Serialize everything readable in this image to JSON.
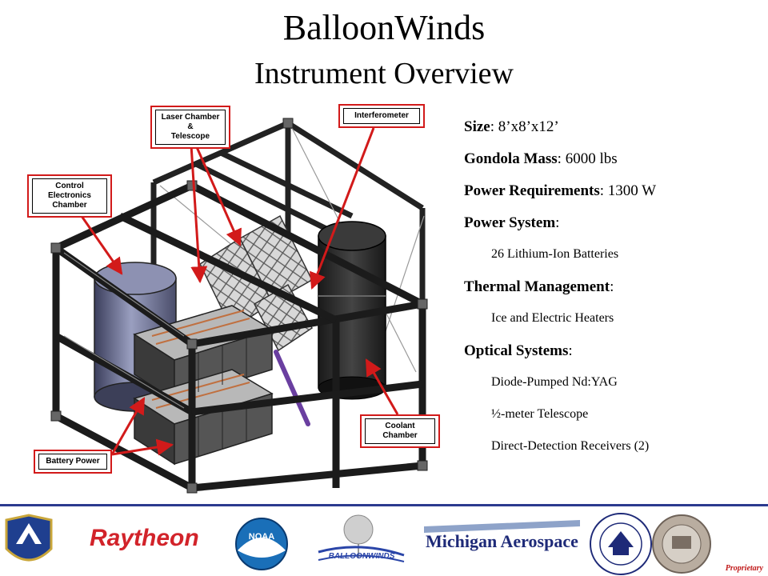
{
  "header": {
    "title": "BalloonWinds",
    "subtitle": "Instrument Overview"
  },
  "callouts": {
    "laser_chamber": "Laser Chamber &\nTelescope",
    "interferometer": "Interferometer",
    "control_electronics": "Control Electronics\nChamber",
    "coolant_chamber": "Coolant Chamber",
    "battery_power": "Battery Power"
  },
  "specs": {
    "size_label": "Size",
    "size_value": ": 8’x8’x12’",
    "mass_label": "Gondola Mass",
    "mass_value": ": 6000 lbs",
    "power_req_label": "Power Requirements",
    "power_req_value": ": 1300 W",
    "power_sys_label": "Power System",
    "power_sys_colon": ":",
    "power_sys_item": "26 Lithium-Ion Batteries",
    "thermal_label": "Thermal Management",
    "thermal_colon": ":",
    "thermal_item": "Ice and Electric Heaters",
    "optical_label": "Optical Systems",
    "optical_colon": ":",
    "optical_items": [
      "Diode-Pumped Nd:YAG",
      "½-meter Telescope",
      "Direct-Detection Receivers (2)"
    ]
  },
  "footer": {
    "raytheon": "Raytheon",
    "noaa": "NOAA",
    "balloonwinds": "BALLOONWINDS",
    "michigan": "Michigan Aerospace",
    "proprietary": "Proprietary"
  },
  "colors": {
    "callout_border": "#d21a1a",
    "arrow": "#d21a1a",
    "bar": "#2b3a8f",
    "raytheon": "#d2232a",
    "michigan": "#1e2a78"
  }
}
